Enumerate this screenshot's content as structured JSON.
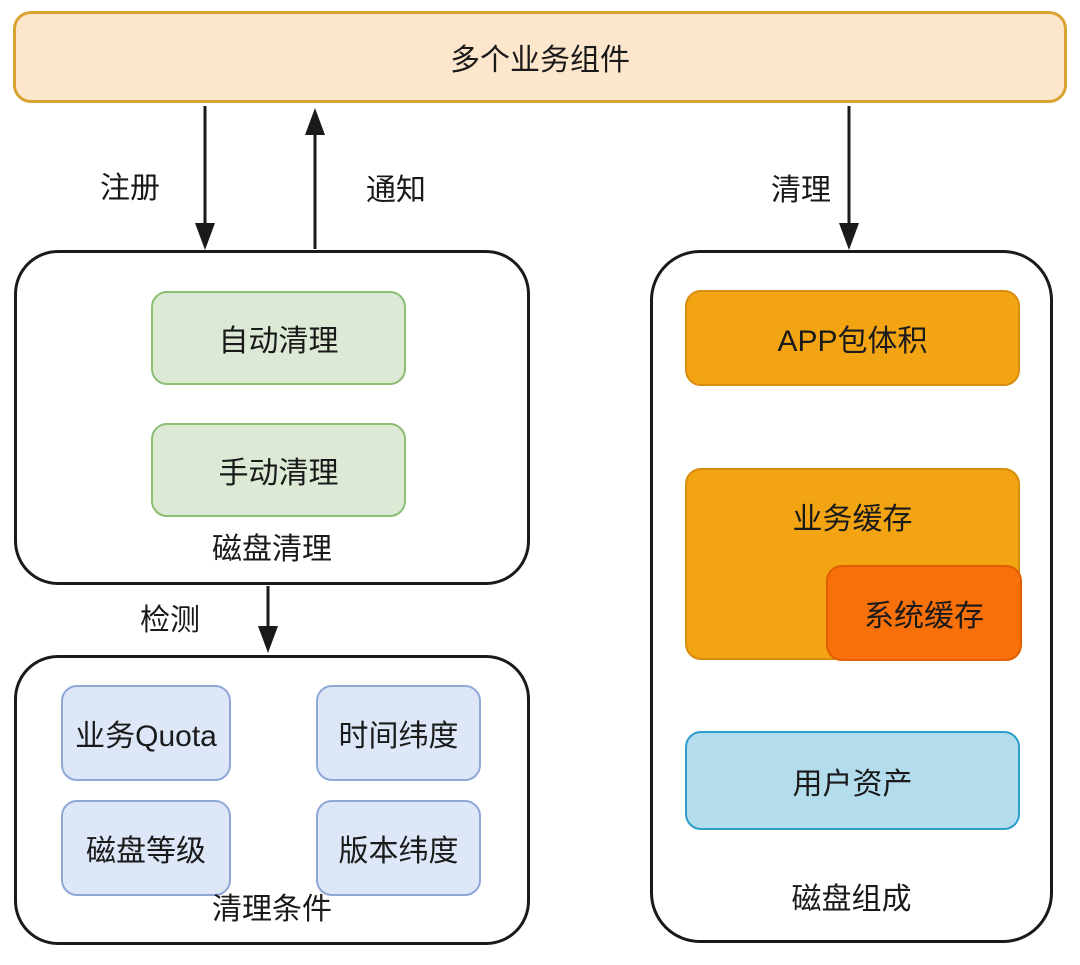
{
  "banner": {
    "label": "多个业务组件"
  },
  "edges": {
    "register": "注册",
    "notify": "通知",
    "clean": "清理",
    "detect": "检测"
  },
  "disk_clean_group": {
    "title": "磁盘清理",
    "items": [
      {
        "label": "自动清理"
      },
      {
        "label": "手动清理"
      }
    ]
  },
  "clean_condition_group": {
    "title": "清理条件",
    "items": [
      {
        "label": "业务Quota"
      },
      {
        "label": "时间纬度"
      },
      {
        "label": "磁盘等级"
      },
      {
        "label": "版本纬度"
      }
    ]
  },
  "disk_composition_group": {
    "title": "磁盘组成",
    "items": [
      {
        "label": "APP包体积"
      },
      {
        "label": "业务缓存"
      },
      {
        "label": "系统缓存"
      },
      {
        "label": "用户资产"
      }
    ]
  },
  "colors": {
    "banner_fill": "#fce6cc",
    "banner_border": "#d9a332",
    "green_fill": "#dce9d5",
    "green_border": "#8cbf72",
    "light_blue_fill": "#dde7f8",
    "light_blue_border": "#8fa8d8",
    "orange_fill": "#f2a413",
    "dark_orange_fill": "#f8700a",
    "cyan_fill": "#b3dcec",
    "cyan_border": "#2f9dc9",
    "outline": "#1a1a1a"
  }
}
